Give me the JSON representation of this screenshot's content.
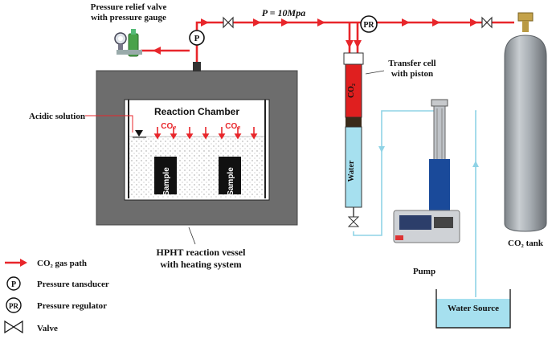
{
  "labels": {
    "relief_valve": [
      "Pressure relief valve",
      "with pressure gauge"
    ],
    "pressure_value": "P = 10Mpa",
    "transfer_cell": [
      "Transfer cell",
      "with piston"
    ],
    "acidic_solution": "Acidic solution",
    "reaction_chamber": "Reaction Chamber",
    "co2_bubble_1": "CO₂",
    "co2_bubble_2": "CO₂",
    "sample_1": "Sample",
    "sample_2": "Sample",
    "co2_cell": "CO₂",
    "water_cell": "Water",
    "vessel": [
      "HPHT reaction vessel",
      "with heating system"
    ],
    "pump": "Pump",
    "co2_tank": "CO₂ tank",
    "water_source": "Water Source",
    "p_symbol": "P",
    "pr_symbol": "PR"
  },
  "legend": {
    "gas_path": "CO₂ gas path",
    "transducer_symbol": "P",
    "transducer": "Pressure tansducer",
    "regulator_symbol": "PR",
    "regulator": "Pressure regulator",
    "valve": "Valve"
  },
  "colors": {
    "gas_line": "#e8262b",
    "water_line": "#8fd3e6",
    "vessel": "#6d6d6d",
    "cylinder": "#a7adb2",
    "water_fill": "#a6e0ef"
  }
}
